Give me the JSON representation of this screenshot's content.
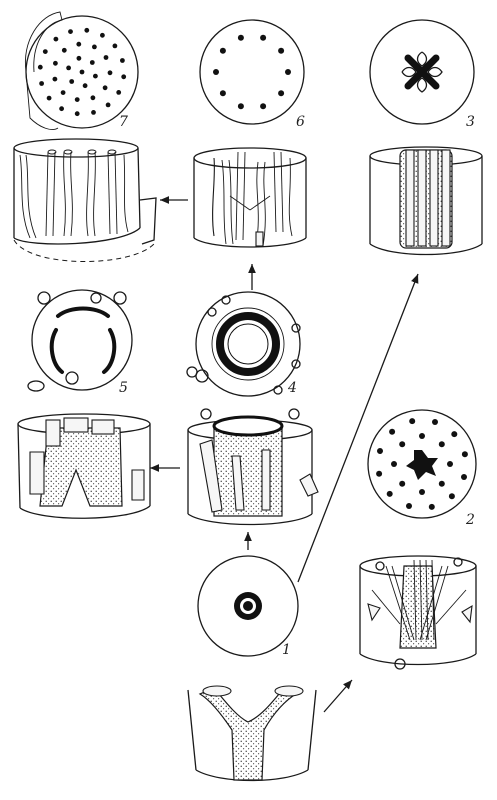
{
  "stage_labels": {
    "s1": "1",
    "s2": "2",
    "s3": "3",
    "s4": "4",
    "s5": "5",
    "s6": "6",
    "s7": "7"
  },
  "colors": {
    "ink": "#1a1a1a",
    "paper": "#ffffff"
  }
}
